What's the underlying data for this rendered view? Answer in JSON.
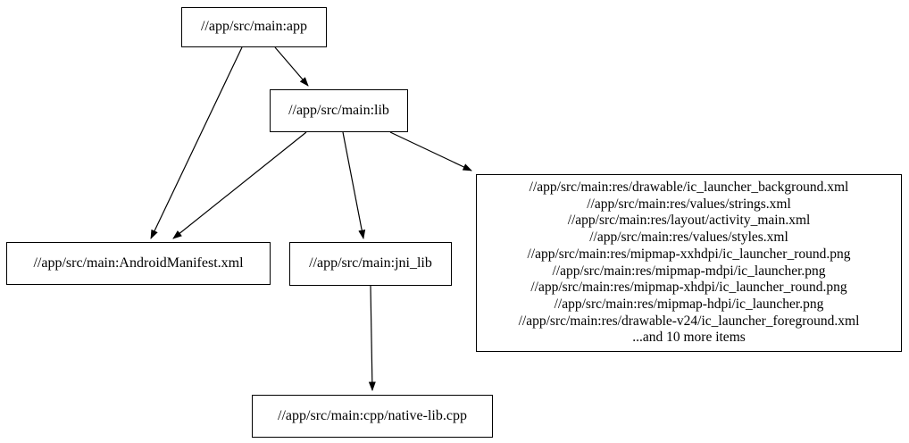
{
  "diagram": {
    "type": "dependency-graph",
    "description": "Bazel build target dependency graph for an Android app module",
    "colors": {
      "background": "#ffffff",
      "node_fill": "#ffffff",
      "node_border": "#000000",
      "edge": "#000000",
      "text": "#000000"
    },
    "nodes": [
      {
        "id": "app",
        "label": "//app/src/main:app"
      },
      {
        "id": "lib",
        "label": "//app/src/main:lib"
      },
      {
        "id": "manifest",
        "label": "//app/src/main:AndroidManifest.xml"
      },
      {
        "id": "jni_lib",
        "label": "//app/src/main:jni_lib"
      },
      {
        "id": "res_files",
        "lines": [
          "//app/src/main:res/drawable/ic_launcher_background.xml",
          "//app/src/main:res/values/strings.xml",
          "//app/src/main:res/layout/activity_main.xml",
          "//app/src/main:res/values/styles.xml",
          "//app/src/main:res/mipmap-xxhdpi/ic_launcher_round.png",
          "//app/src/main:res/mipmap-mdpi/ic_launcher.png",
          "//app/src/main:res/mipmap-xhdpi/ic_launcher_round.png",
          "//app/src/main:res/mipmap-hdpi/ic_launcher.png",
          "//app/src/main:res/drawable-v24/ic_launcher_foreground.xml",
          "...and 10 more items"
        ]
      },
      {
        "id": "native_lib",
        "label": "//app/src/main:cpp/native-lib.cpp"
      }
    ],
    "edges": [
      {
        "from": "app",
        "to": "lib"
      },
      {
        "from": "app",
        "to": "manifest"
      },
      {
        "from": "lib",
        "to": "manifest"
      },
      {
        "from": "lib",
        "to": "jni_lib"
      },
      {
        "from": "lib",
        "to": "res_files"
      },
      {
        "from": "jni_lib",
        "to": "native_lib"
      }
    ]
  }
}
